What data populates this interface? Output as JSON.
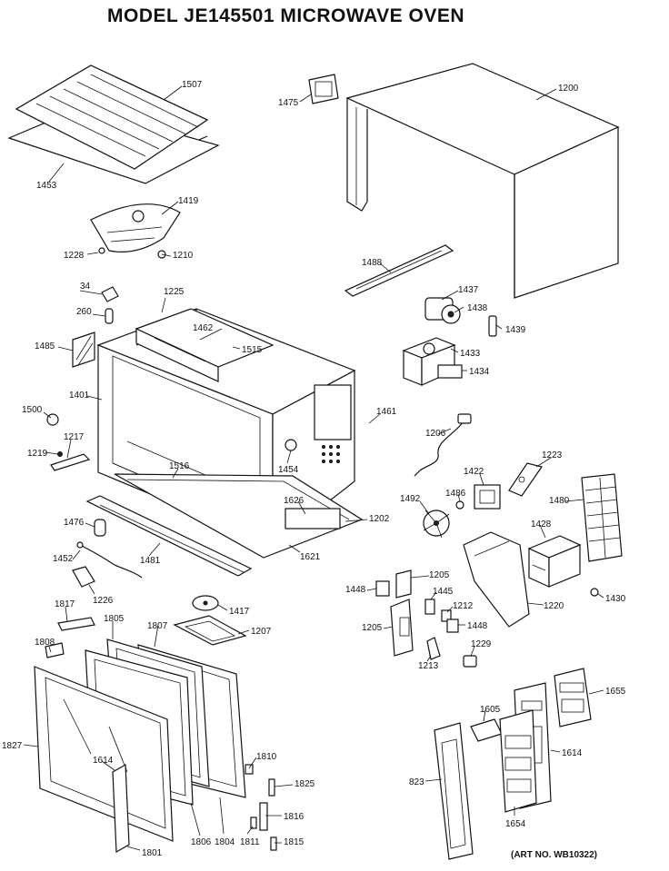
{
  "title": "MODEL JE145501 MICROWAVE OVEN",
  "art_no": "(ART NO. WB10322)",
  "labels": {
    "p1507": "1507",
    "p1453": "1453",
    "p1475": "1475",
    "p1200": "1200",
    "p1419": "1419",
    "p1228": "1228",
    "p1210": "1210",
    "p1488": "1488",
    "p34": "34",
    "p1225": "1225",
    "p260": "260",
    "p1462": "1462",
    "p1437": "1437",
    "p1438": "1438",
    "p1439": "1439",
    "p1485": "1485",
    "p1515": "1515",
    "p1433": "1433",
    "p1434": "1434",
    "p1401": "1401",
    "p1500": "1500",
    "p1461": "1461",
    "p1217": "1217",
    "p1219": "1219",
    "p1206": "1206",
    "p1223": "1223",
    "p1516": "1516",
    "p1454": "1454",
    "p1422": "1422",
    "p1492": "1492",
    "p1486": "1486",
    "p1480": "1480",
    "p1626": "1626",
    "p1202": "1202",
    "p1476": "1476",
    "p1428": "1428",
    "p1452": "1452",
    "p1481": "1481",
    "p1621": "1621",
    "p1226": "1226",
    "p1448a": "1448",
    "p1205a": "1205",
    "p1445": "1445",
    "p1220": "1220",
    "p1430": "1430",
    "p1817": "1817",
    "p1417": "1417",
    "p1805": "1805",
    "p1807": "1807",
    "p1207": "1207",
    "p1212": "1212",
    "p1808": "1808",
    "p1205b": "1205",
    "p1448b": "1448",
    "p1213": "1213",
    "p1229": "1229",
    "p1655": "1655",
    "p1605": "1605",
    "p1827": "1827",
    "p1614b": "1614",
    "p1810": "1810",
    "p1614a": "1614",
    "p823": "823",
    "p1825": "1825",
    "p1816": "1816",
    "p1654": "1654",
    "p1801": "1801",
    "p1806": "1806",
    "p1804": "1804",
    "p1811": "1811",
    "p1815": "1815"
  }
}
